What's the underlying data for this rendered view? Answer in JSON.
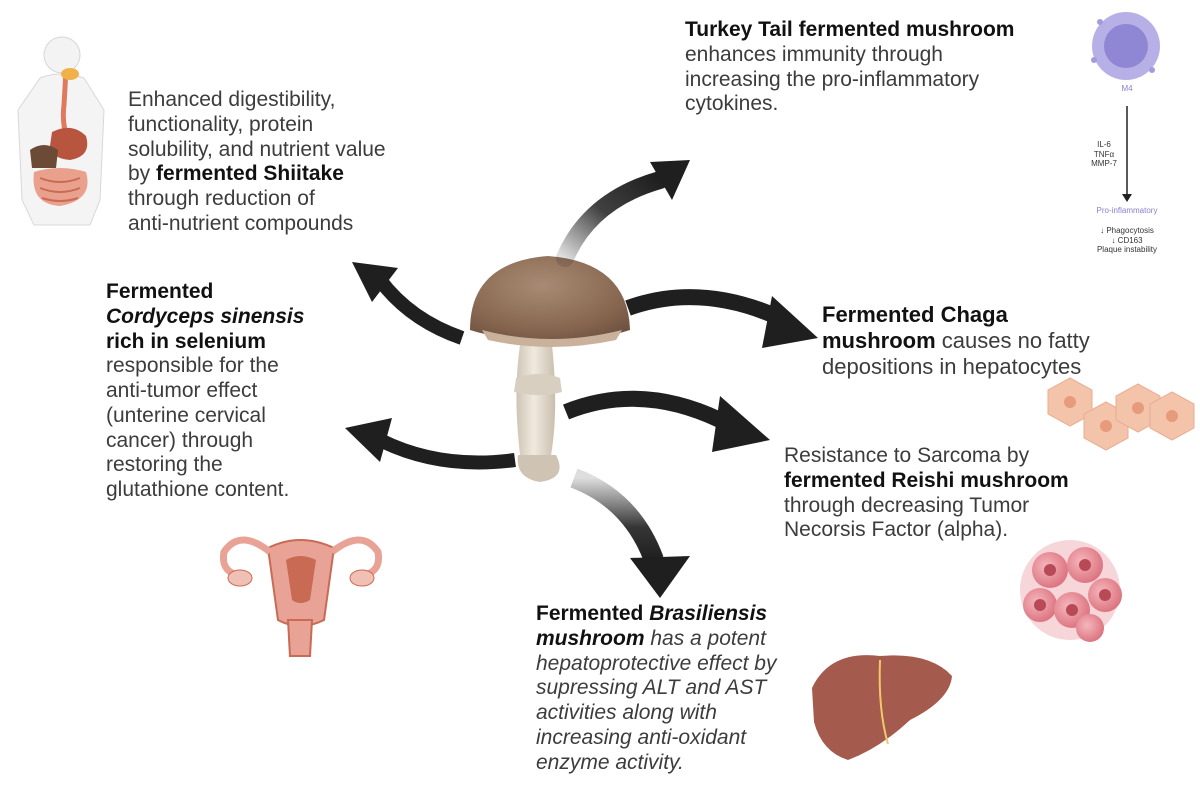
{
  "shiitake": {
    "line1": "Enhanced digestibility,",
    "line2": "functionality, protein",
    "line3": "solubility, and nutrient value",
    "line4_pre": "by ",
    "line4_bold": "fermented Shiitake",
    "line5": "through reduction of",
    "line6": "anti-nutrient compounds"
  },
  "turkey_tail": {
    "bold": "Turkey Tail fermented mushroom",
    "line2": "enhances immunity through",
    "line3": "increasing the pro-inflammatory",
    "line4": "cytokines."
  },
  "cytokine_panel": {
    "cell_label": "M4",
    "cytokines": [
      "IL-6",
      "TNFα",
      "MMP-7"
    ],
    "result_label": "Pro-inflammatory",
    "effects": [
      "↓ Phagocytosis",
      "↓ CD163",
      "Plaque instability"
    ]
  },
  "cordyceps": {
    "bold1": "Fermented",
    "bold_italic": "Cordyceps sinensis",
    "bold2": "rich in selenium",
    "line4": "responsible for the",
    "line5": "anti-tumor effect",
    "line6": " (unterine cervical",
    "line7": "cancer) through",
    "line8": "restoring the",
    "line9": "glutathione content."
  },
  "chaga": {
    "bold1": "Fermented Chaga",
    "bold2": "mushroom",
    "rest2": " causes no fatty",
    "line3": "depositions in hepatocytes"
  },
  "reishi": {
    "line1": "Resistance to Sarcoma by",
    "bold": "fermented Reishi mushroom",
    "line3": "through decreasing Tumor",
    "line4": "Necorsis Factor (alpha)."
  },
  "brasiliensis": {
    "bold1": "Fermented ",
    "bold_italic1": "Brasiliensis",
    "bold_italic2": "mushroom",
    "it2": " has a potent",
    "line3": "hepatoprotective effect by",
    "line4": "supressing ALT and AST",
    "line5": "activities along with",
    "line6": "increasing anti-oxidant",
    "line7": "enzyme activity."
  },
  "colors": {
    "arrow": "#1f1f1f",
    "cap": "#8b6a55",
    "stem": "#e6ddd0",
    "organ": "#c96a55",
    "liver": "#a45a4c",
    "cell_purple": "#b7b0e6",
    "tumor": "#e38a93",
    "hepatocyte": "#f3c4aa"
  }
}
